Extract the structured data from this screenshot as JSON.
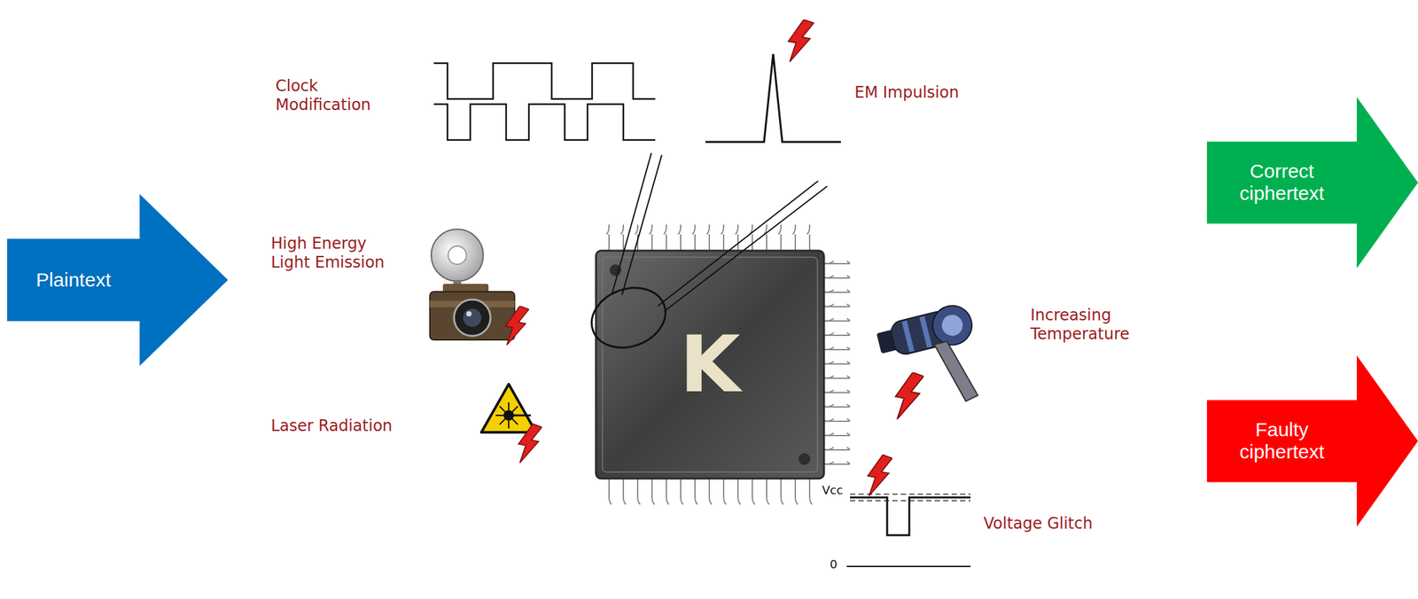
{
  "diagram": {
    "nodes": [
      {
        "text": [
          "Plaintext"
        ]
      },
      {
        "text": [
          "K"
        ]
      },
      {
        "text": [
          "Correct ciphertext"
        ]
      },
      {
        "text": [
          "Faulty ciphertext"
        ]
      }
    ],
    "labels": [
      "Clock Modification",
      "EM Impulsion",
      "High Energy Light Emission",
      "Laser Radiation",
      "Increasing Temperature",
      "Vcc",
      "Voltage Glitch",
      "0"
    ]
  }
}
